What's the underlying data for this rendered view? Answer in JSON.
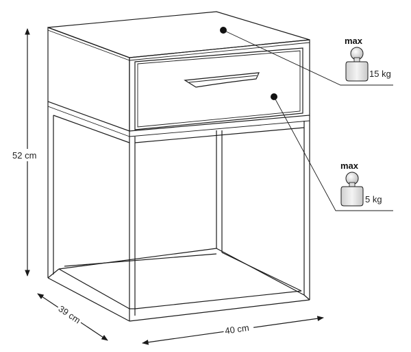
{
  "dimensions": {
    "height": "52 cm",
    "depth": "39 cm",
    "width": "40 cm"
  },
  "load_limits": [
    {
      "label": "max",
      "value": "15 kg"
    },
    {
      "label": "max",
      "value": "5 kg"
    }
  ],
  "colors": {
    "line": "#1a1a1a",
    "weight_fill": "#e6e6e6"
  }
}
